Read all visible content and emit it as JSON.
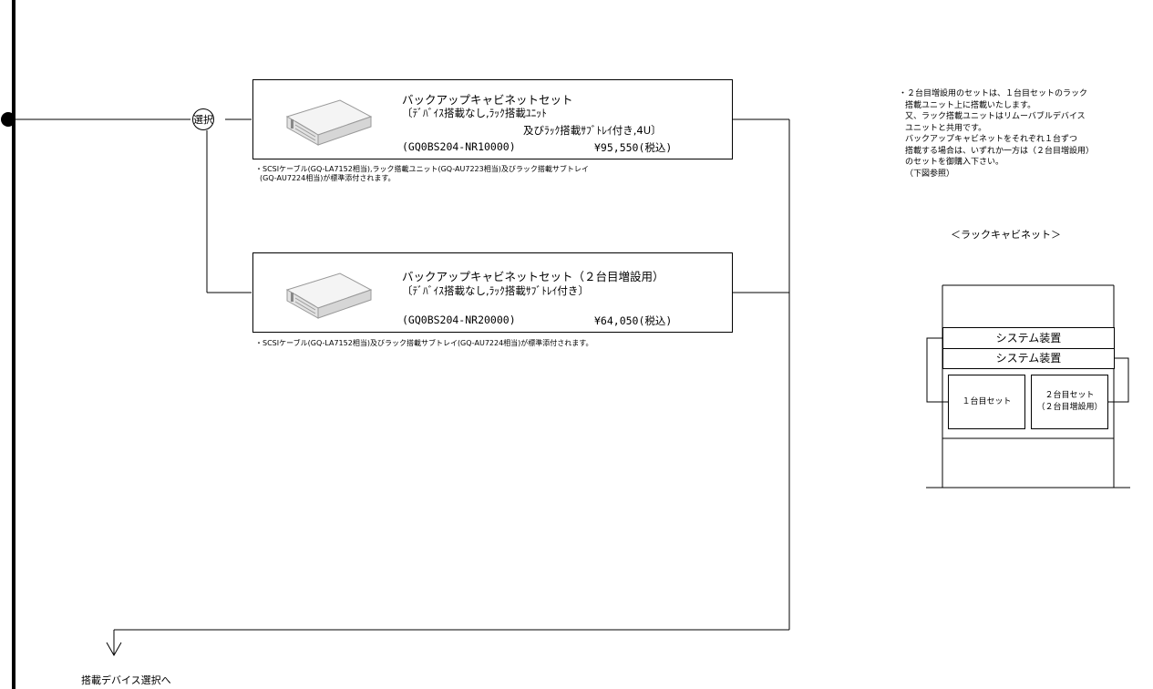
{
  "select_label": "選択",
  "option1": {
    "title": "バックアップキャビネットセット",
    "desc_line1": "〔ﾃﾞﾊﾞｲｽ搭載なし,ﾗｯｸ搭載ﾕﾆｯﾄ",
    "desc_line2": "及びﾗｯｸ搭載ｻﾌﾞﾄﾚｲ付き,4U〕",
    "part_number": "(GQ0BS204-NR10000)",
    "price": "¥95,550(税込)",
    "note_line1": "・SCSIケーブル(GQ-LA7152相当),ラック搭載ユニット(GQ-AU7223相当)及びラック搭載サブトレイ",
    "note_line2": "(GQ-AU7224相当)が標準添付されます。"
  },
  "option2": {
    "title": "バックアップキャビネットセット（２台目増設用）",
    "desc_line1": "〔ﾃﾞﾊﾞｲｽ搭載なし,ﾗｯｸ搭載ｻﾌﾞﾄﾚｲ付き〕",
    "part_number": "(GQ0BS204-NR20000)",
    "price": "¥64,050(税込)",
    "note_line1": "・SCSIケーブル(GQ-LA7152相当)及びラック搭載サブトレイ(GQ-AU7224相当)が標準添付されます。"
  },
  "side_notes": [
    "・２台目増設用のセットは、１台目セットのラック",
    "搭載ユニット上に搭載いたします。",
    "又、ラック搭載ユニットはリムーバブルデバイス",
    "ユニットと共用です。",
    "バックアップキャビネットをそれぞれ１台ずつ",
    "搭載する場合は、いずれか一方は（２台目増設用）",
    "のセットを御購入下さい。",
    "（下図参照）"
  ],
  "rack": {
    "title": "＜ラックキャビネット＞",
    "slot1": "システム装置",
    "slot2": "システム装置",
    "unit1": "１台目セット",
    "unit2_line1": "２台目セット",
    "unit2_line2": "（２台目増設用）"
  },
  "footer_label": "搭載デバイス選択へ",
  "icon": "cabinet-box-icon"
}
